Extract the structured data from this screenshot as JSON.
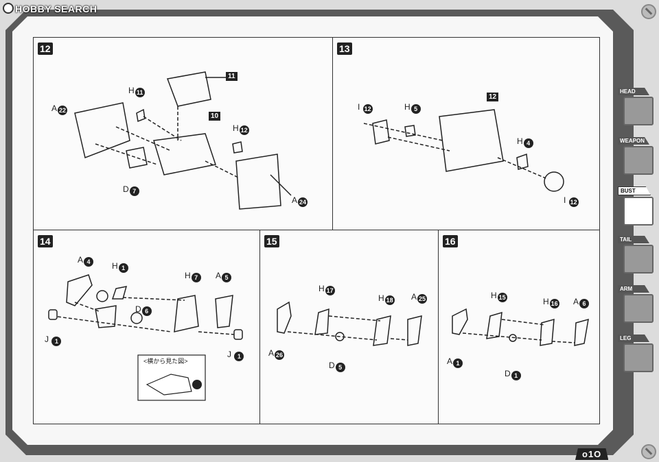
{
  "logo": "HOBBY SEARCH",
  "page_number": "o1O",
  "side_tabs": [
    {
      "label": "HEAD",
      "active": false
    },
    {
      "label": "WEAPON",
      "active": false
    },
    {
      "label": "BUST",
      "active": true
    },
    {
      "label": "TAIL",
      "active": false
    },
    {
      "label": "ARM",
      "active": false
    },
    {
      "label": "LEG",
      "active": false
    }
  ],
  "steps": {
    "s12": {
      "step": "12",
      "box11": "11",
      "box10": "10",
      "h11": "H",
      "h11n": "11",
      "a22": "A",
      "a22n": "22",
      "h12": "H",
      "h12n": "12",
      "d7": "D",
      "d7n": "7",
      "a24": "A",
      "a24n": "24"
    },
    "s13": {
      "step": "13",
      "box12": "12",
      "i12a": "I",
      "i12an": "12",
      "h5": "H",
      "h5n": "5",
      "h4": "H",
      "h4n": "4",
      "i12b": "I",
      "i12bn": "12"
    },
    "s14": {
      "step": "14",
      "a4": "A",
      "a4n": "4",
      "h1": "H",
      "h1n": "1",
      "h7": "H",
      "h7n": "7",
      "a5": "A",
      "a5n": "5",
      "d6": "D",
      "d6n": "6",
      "j1a": "J",
      "j1an": "1",
      "j1b": "J",
      "j1bn": "1",
      "note": "<横から見た図>"
    },
    "s15": {
      "step": "15",
      "h17": "H",
      "h17n": "17",
      "h18": "H",
      "h18n": "18",
      "a25": "A",
      "a25n": "25",
      "a26": "A",
      "a26n": "26",
      "d5": "D",
      "d5n": "5"
    },
    "s16": {
      "step": "16",
      "h15": "H",
      "h15n": "15",
      "h16": "H",
      "h16n": "16",
      "a6": "A",
      "a6n": "6",
      "a1": "A",
      "a1n": "1",
      "d1": "D",
      "d1n": "1"
    }
  }
}
